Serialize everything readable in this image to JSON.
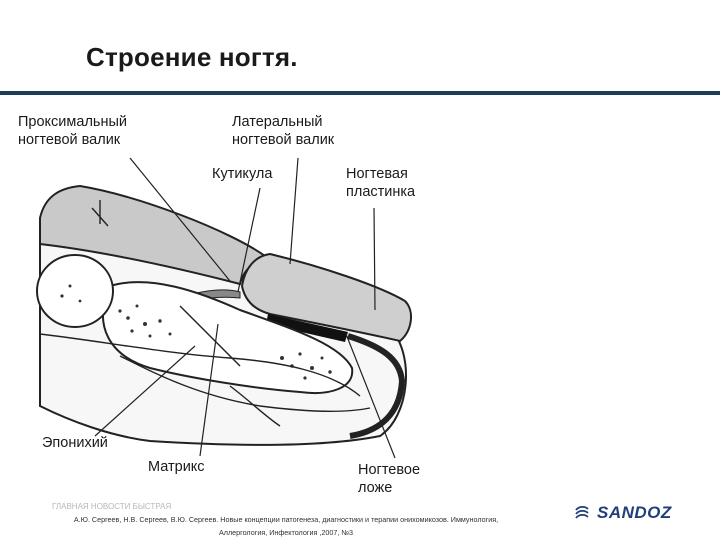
{
  "slide": {
    "title": "Строение ногтя.",
    "rule_color": "#1c3d5a"
  },
  "diagram": {
    "labels": {
      "proximal_fold_1": "Проксимальный",
      "proximal_fold_2": "ногтевой валик",
      "lateral_fold_1": "Латеральный",
      "lateral_fold_2": "ногтевой валик",
      "cuticle": "Кутикула",
      "nail_plate_1": "Ногтевая",
      "nail_plate_2": "пластинка",
      "eponychium": "Эпонихий",
      "matrix": "Матрикс",
      "nail_bed_1": "Ногтевое",
      "nail_bed_2": "ложе"
    }
  },
  "footer": {
    "ghost_text": "ГЛАВНАЯ НОВОСТИ БЫСТРАЯ",
    "citation_line1": "А.Ю. Сергеев, Н.В. Сергеев, В.Ю. Сергеев. Новые концепции патогенеза, диагностики и терапии онихомикозов. Иммунология,",
    "citation_line2": "Аллергология, Инфектология ,2007, №3",
    "brand": "SANDOZ",
    "brand_color": "#1f3e7a",
    "logo_icon": "sandoz-swirl-icon"
  }
}
